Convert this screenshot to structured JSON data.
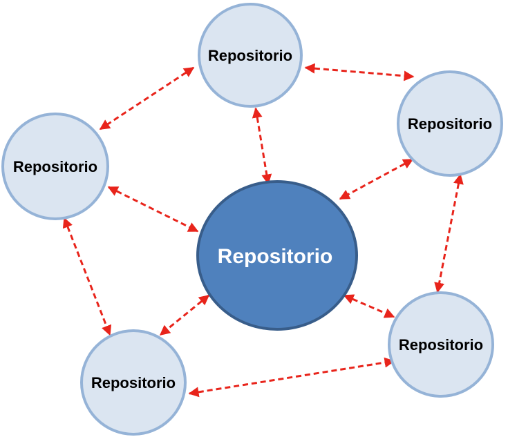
{
  "diagram": {
    "central_node": {
      "label": "Repositorio"
    },
    "outer_nodes": [
      {
        "id": "top",
        "label": "Repositorio"
      },
      {
        "id": "right",
        "label": "Repositorio"
      },
      {
        "id": "left",
        "label": "Repositorio"
      },
      {
        "id": "bottom-left",
        "label": "Repositorio"
      },
      {
        "id": "bottom-right",
        "label": "Repositorio"
      }
    ],
    "connections": [
      [
        "top",
        "center"
      ],
      [
        "top",
        "left"
      ],
      [
        "top",
        "right"
      ],
      [
        "left",
        "center"
      ],
      [
        "right",
        "center"
      ],
      [
        "left",
        "bottom-left"
      ],
      [
        "right",
        "bottom-right"
      ],
      [
        "bottom-left",
        "center"
      ],
      [
        "bottom-right",
        "center"
      ],
      [
        "bottom-left",
        "bottom-right"
      ]
    ],
    "colors": {
      "central_fill": "#4f81bd",
      "central_stroke": "#385d8a",
      "outer_fill": "#dbe5f1",
      "outer_stroke": "#95b3d7",
      "arrow": "#e8241b"
    }
  }
}
